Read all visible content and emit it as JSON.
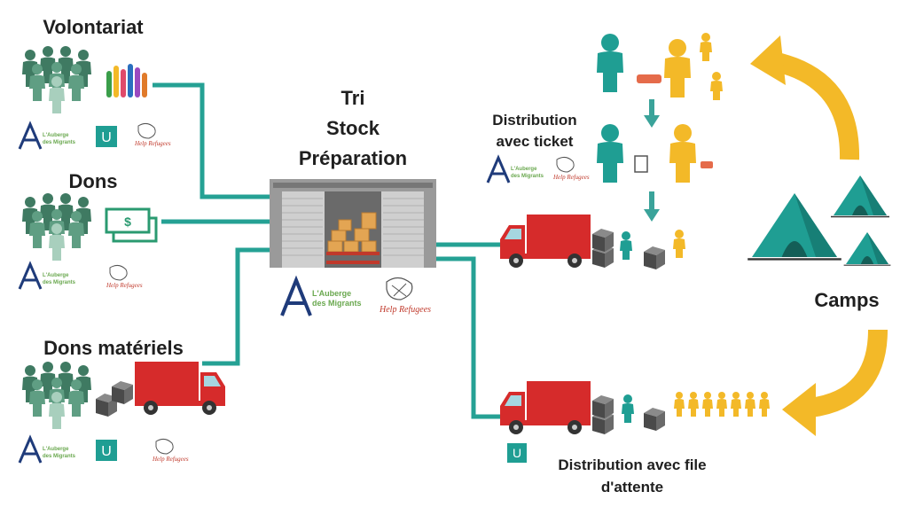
{
  "labels": {
    "volontariat": "Volontariat",
    "dons": "Dons",
    "dons_materiels": "Dons matériels",
    "tri": "Tri",
    "stock": "Stock",
    "preparation": "Préparation",
    "distribution_ticket_1": "Distribution",
    "distribution_ticket_2": "avec ticket",
    "distribution_file_1": "Distribution avec file",
    "distribution_file_2": "d'attente",
    "camps": "Camps"
  },
  "logos": {
    "auberge_1": "L'Auberge",
    "auberge_2": "des Migrants",
    "utopia": "U",
    "help_refugees": "Help Refugees"
  },
  "money": {
    "symbol": "$"
  },
  "colors": {
    "teal": "#1f9e93",
    "teal_dark": "#177f76",
    "person_green": "#5f9e83",
    "person_light": "#a8cfbd",
    "yellow": "#f3b928",
    "truck_red": "#d62b2b",
    "box_grey": "#5b5b5b",
    "navy": "#1f3b7a",
    "line_teal": "#25a194"
  }
}
